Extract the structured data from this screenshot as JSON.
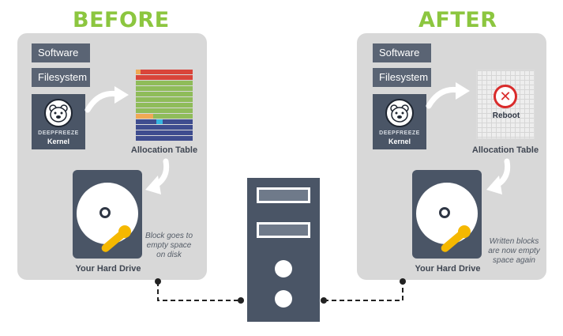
{
  "before": {
    "heading": "BEFORE",
    "software_label": "Software",
    "filesystem_label": "Filesystem",
    "kernel_brand": "DEEPFREEZE",
    "kernel_label": "Kernel",
    "allocation_caption": "Allocation Table",
    "drive_caption": "Your Hard Drive",
    "note_line1": "Block goes to",
    "note_line2": "empty space",
    "note_line3": "on disk"
  },
  "after": {
    "heading": "AFTER",
    "software_label": "Software",
    "filesystem_label": "Filesystem",
    "kernel_brand": "DEEPFREEZE",
    "kernel_label": "Kernel",
    "reboot_label": "Reboot",
    "allocation_caption": "Allocation Table",
    "drive_caption": "Your Hard Drive",
    "note_line1": "Written blocks",
    "note_line2": "are now empty",
    "note_line3": "space again"
  },
  "colors": {
    "heading": "#8cc63f",
    "panel": "#d8d8d8",
    "dark": "#4a5566",
    "arm": "#f5b800",
    "alloc_red": "#d9453a",
    "alloc_green": "#8fbc5a",
    "alloc_orange": "#f0a955",
    "alloc_blue": "#3f4d8f",
    "alloc_cyan": "#36b5e0",
    "reboot_x": "#d92b2b"
  }
}
